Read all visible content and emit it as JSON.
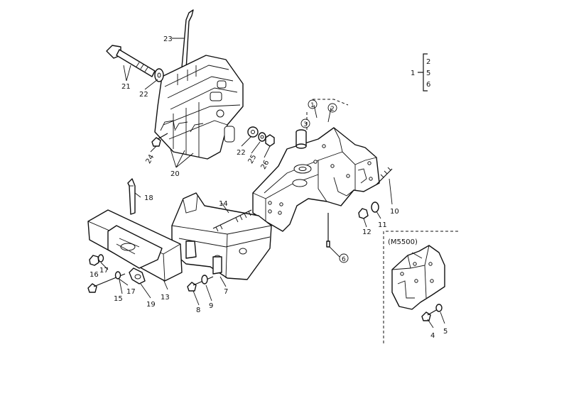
{
  "callouts": {
    "c1": "1",
    "c2": "2",
    "c3": "3",
    "c4": "4",
    "c5": "5",
    "c6": "6",
    "c7": "7",
    "c8": "8",
    "c9": "9",
    "c10": "10",
    "c11": "11",
    "c12": "12",
    "c13": "13",
    "c14": "14",
    "c15": "15",
    "c16": "16",
    "c17a": "17",
    "c17b": "17",
    "c18": "18",
    "c19": "19",
    "c20": "20",
    "c21": "21",
    "c22a": "22",
    "c22b": "22",
    "c23": "23",
    "c24": "24",
    "c25": "25",
    "c26": "26"
  },
  "legend": {
    "parent": "1",
    "items": [
      "2",
      "5",
      "6"
    ]
  },
  "variant_label": "(M5500)"
}
